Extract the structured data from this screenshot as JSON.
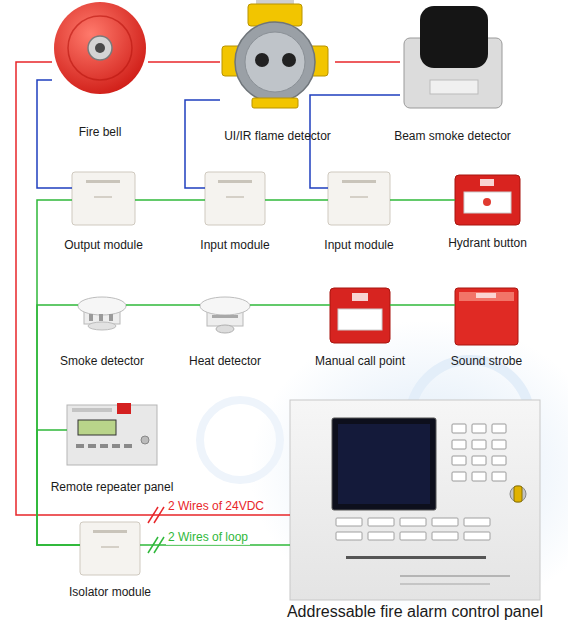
{
  "diagram": {
    "nodes": [
      {
        "text": [
          "Fire bell"
        ]
      },
      {
        "text": [
          "UI/IR flame detector"
        ]
      },
      {
        "text": [
          "Beam smoke detector"
        ]
      },
      {
        "text": [
          "Output module"
        ]
      },
      {
        "text": [
          "Input module"
        ]
      },
      {
        "text": [
          "Input module"
        ]
      },
      {
        "text": [
          "Hydrant button"
        ]
      },
      {
        "text": [
          "Smoke detector"
        ]
      },
      {
        "text": [
          "Heat detector"
        ]
      },
      {
        "text": [
          "Manual call point"
        ]
      },
      {
        "text": [
          "Sound strobe"
        ]
      },
      {
        "text": [
          "Remote repeater panel"
        ]
      },
      {
        "text": [
          "Isolator module"
        ]
      },
      {
        "text": [
          "Addressable fire alarm control panel"
        ]
      }
    ],
    "edges": [
      {
        "from": 13,
        "to": 0,
        "label": "2 Wires of 24VDC",
        "arrow": "none"
      },
      {
        "from": 0,
        "to": 1,
        "arrow": "none"
      },
      {
        "from": 1,
        "to": 2,
        "arrow": "none"
      },
      {
        "from": 0,
        "to": 3,
        "arrow": "none"
      },
      {
        "from": 1,
        "to": 4,
        "arrow": "none"
      },
      {
        "from": 2,
        "to": 5,
        "arrow": "none"
      },
      {
        "from": 13,
        "to": 12,
        "label": "2 Wires of loop",
        "arrow": "none"
      },
      {
        "from": 12,
        "to": 3,
        "arrow": "none"
      },
      {
        "from": 3,
        "to": 4,
        "arrow": "none"
      },
      {
        "from": 4,
        "to": 5,
        "arrow": "none"
      },
      {
        "from": 5,
        "to": 6,
        "arrow": "none"
      },
      {
        "from": 12,
        "to": 7,
        "arrow": "none"
      },
      {
        "from": 7,
        "to": 8,
        "arrow": "none"
      },
      {
        "from": 8,
        "to": 9,
        "arrow": "none"
      },
      {
        "from": 9,
        "to": 10,
        "arrow": "none"
      },
      {
        "from": 12,
        "to": 11,
        "arrow": "none"
      }
    ]
  }
}
